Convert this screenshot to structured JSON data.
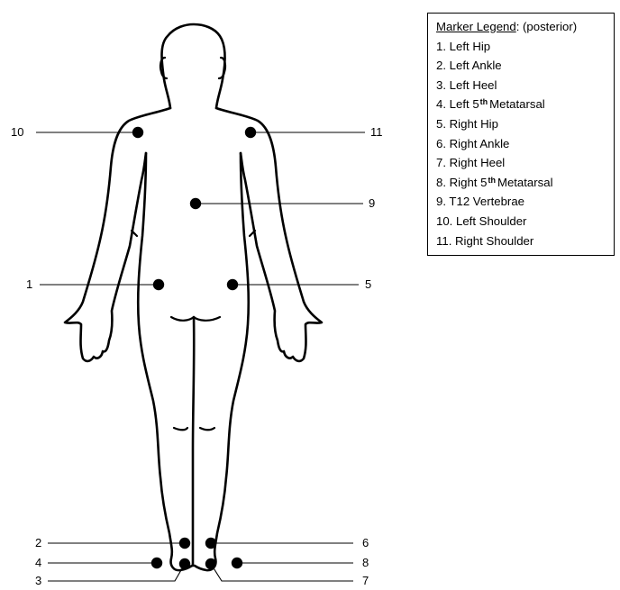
{
  "legend": {
    "title": "Marker Legend",
    "title_suffix": ": (posterior)",
    "items": [
      {
        "num": "1",
        "text": "1. Left Hip"
      },
      {
        "num": "2",
        "text": "2. Left Ankle"
      },
      {
        "num": "3",
        "text": "3. Left Heel"
      },
      {
        "num": "4",
        "text": "4. Left 5",
        "sup": "th",
        "after": "Metatarsal"
      },
      {
        "num": "5",
        "text": "5. Right Hip"
      },
      {
        "num": "6",
        "text": "6. Right Ankle"
      },
      {
        "num": "7",
        "text": "7. Right Heel"
      },
      {
        "num": "8",
        "text": "8. Right 5",
        "sup": "th",
        "after": "Metatarsal"
      },
      {
        "num": "9",
        "text": "9. T12 Vertebrae"
      },
      {
        "num": "10",
        "text": "10. Left Shoulder"
      },
      {
        "num": "11",
        "text": "11. Right Shoulder"
      }
    ]
  },
  "diagram": {
    "view": "posterior",
    "marker_color": "#000000",
    "markers": [
      {
        "num": "10",
        "side": "left",
        "name": "Left Shoulder"
      },
      {
        "num": "11",
        "side": "right",
        "name": "Right Shoulder"
      },
      {
        "num": "9",
        "side": "right",
        "name": "T12 Vertebrae"
      },
      {
        "num": "1",
        "side": "left",
        "name": "Left Hip"
      },
      {
        "num": "5",
        "side": "right",
        "name": "Right Hip"
      },
      {
        "num": "2",
        "side": "left",
        "name": "Left Ankle"
      },
      {
        "num": "6",
        "side": "right",
        "name": "Right Ankle"
      },
      {
        "num": "4",
        "side": "left",
        "name": "Left 5th Metatarsal"
      },
      {
        "num": "8",
        "side": "right",
        "name": "Right 5th Metatarsal"
      },
      {
        "num": "3",
        "side": "left",
        "name": "Left Heel"
      },
      {
        "num": "7",
        "side": "right",
        "name": "Right Heel"
      }
    ]
  }
}
